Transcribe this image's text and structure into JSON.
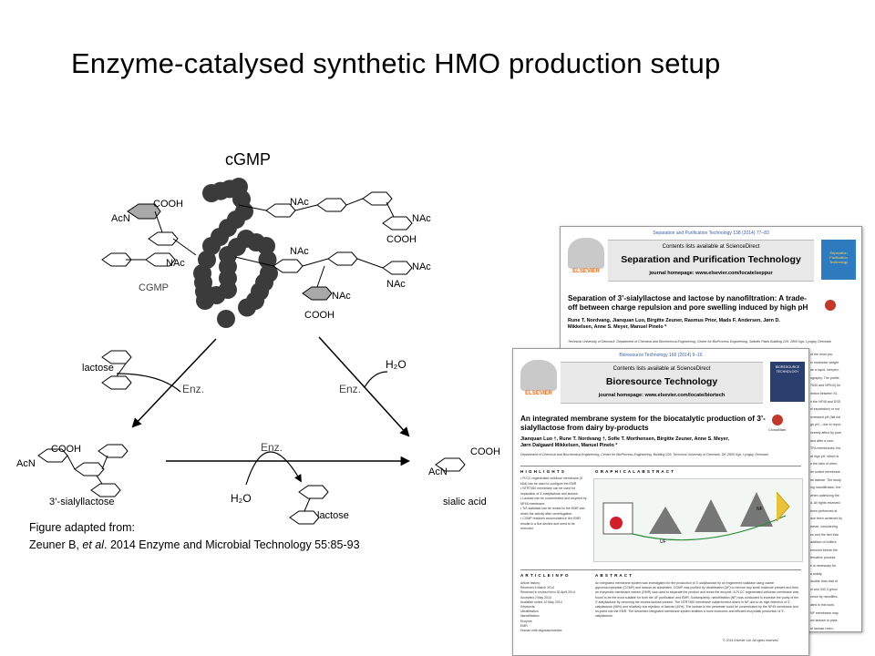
{
  "slide": {
    "title": "Enzyme-catalysed synthetic HMO production setup",
    "labels": {
      "cgmp_top": "cGMP",
      "cgmp_inner": "CGMP",
      "lactose_left": "lactose",
      "lactose_bottom": "lactose",
      "sialyllactose": "3’-sialyllactose",
      "sialic_acid": "sialic acid",
      "water_right": "H₂O",
      "water_bottom": "H₂O",
      "enz_left": "Enz.",
      "enz_right": "Enz.",
      "enz_bottom": "Enz."
    },
    "caption": {
      "line1": "Figure adapted from:",
      "line2_prefix": "Zeuner B, ",
      "line2_italic": "et al",
      "line2_suffix": ". 2014 Enzyme and Microbial Technology 55:85-93"
    }
  },
  "paper_back": {
    "journal_line": "Separation and Purification Technology 138 (2014) 77–83",
    "contents": "Contents lists available at ScienceDirect",
    "journal": "Separation and Purification Technology",
    "homepage": "journal homepage: www.elsevier.com/locate/seppur",
    "title": "Separation of 3’-sialyllactose and lactose by nanofiltration: A trade-off between charge repulsion and pore swelling induced by high pH",
    "authors": "Rune T. Nordvang, Jianquan Luo, Birgitte Zeuner, Rasmus Prior, Mads F. Andersen, Jørn D. Mikkelsen, Anne S. Meyer, Manuel Pinelo *",
    "affiliation": "Technical University of Denmark, Department of Chemical and Biochemical Engineering, Center for BioProcess Engineering, Søltofts Plads Building 229, 2800 Kgs. Lyngby, Denmark",
    "elsevier": "ELSEVIER",
    "cover_text": "Separation Purification Technology",
    "right_lines": [
      "of the most pro-",
      "in molecular weight",
      "de a rapid, inexpen-",
      "ography. The profile",
      "7540 and NP010) for",
      "ention between SL",
      "n the NF45 and DSS",
      "el separation) or not",
      "ncreased pH (fall not",
      "gh pH – due to repul-",
      "versely affect by pore",
      "and after a num-",
      "TFA membranes, the",
      "at high pH, which is",
      "n the ratio of reten-",
      "ter suited membrane",
      "tal lactose. The study",
      "ing nanofiltration, the",
      "when optimizing the",
      "",
      "d. All rights reserved.",
      "",
      "been performed at",
      "ave been achieved by",
      "wever, considering",
      "es and the fact that",
      "addition of buffers",
      "emoved before the",
      "ternative process",
      "e is necessary for",
      "a reality.",
      "double than that of",
      "nl and 342.3 g/mol",
      "crose by nanofiltra-",
      "ated in this work.",
      "NF membrane may",
      "ew lactose to pass",
      "of lactose reten-",
      "d for the separation"
    ]
  },
  "paper_front": {
    "journal_line": "Bioresource Technology 166 (2014) 9–16",
    "contents": "Contents lists available at ScienceDirect",
    "journal": "Bioresource Technology",
    "homepage": "journal homepage: www.elsevier.com/locate/biortech",
    "title": "An integrated membrane system for the biocatalytic production of 3’-sialyllactose from dairy by-products",
    "authors": "Jianquan Luo †, Rune T. Nordvang †, Sofie T. Morthensen, Birgitte Zeuner, Anne S. Meyer, Jørn Dalgaard Mikkelsen, Manuel Pinelo *",
    "affiliation": "Department of Chemical and Biochemical Engineering, Center for BioProcess Engineering, Building 229, Technical University of Denmark, DK-2800 Kgs. Lyngby, Denmark",
    "elsevier": "ELSEVIER",
    "cover_text": "BIORESOURCE TECHNOLOGY",
    "crossmark": "CrossMark",
    "highlights_head": "H I G H L I G H T S",
    "graphical_head": "G R A P H I C A L   A B S T R A C T",
    "highlights": [
      "• PLCC regenerated cellulose membrane (5 kDa) can be used to configure the EMR.",
      "• NTR7450 membrane can be used for separation of 3’-sialyllactose and lactose.",
      "• Lactose can be concentrated and recycled by NF45 membrane.",
      "• TrS sialidase can be reused in the EMR and retain the activity after centrifugation.",
      "• CGMP residues accumulated in the EMR results in a flux decline and need to be removed."
    ],
    "article_info_head": "A R T I C L E   I N F O",
    "abstract_head": "A B S T R A C T",
    "history": [
      "Article history:",
      "Received 6 March 2014",
      "Received in revised form 30 April 2014",
      "Accepted 2 May 2014",
      "Available online 10 May 2014",
      "",
      "Keywords:",
      "Ultrafiltration",
      "Nanofiltration",
      "Enzyme",
      "EMR",
      "Human milk oligosaccharides"
    ],
    "abstract": "An integrated membrane system was investigated for the production of 3’-sialyllactose by an engineered sialidase using casein glycomacropeptide (CGMP) and lactose as substrates. CGMP was purified by ultrafiltration (UF) to remove any small molecule present and then an enzymatic membrane reactor (EMR) was used to separate the product and reuse the enzyme. A PLCC regenerated cellulose membrane was found to be the most suitable for both the UF purification and EMR. Subsequently, nanofiltration (NF) was conducted to increase the purity of the 3’-sialyllactose by removing the excess lactose present. The NTR7450 membrane outperformed others in NF due to its high retention of 3’-sialyllactose (96%) and relatively low rejection of lactose (40%). The lactose in the permeate could be concentrated by the NF45 membrane and recycled into the EMR. The described integrated membrane system enables a more economic and efficient enzymatic production of 3’-sialyllactose.",
    "copyright": "© 2014 Elsevier Ltd. All rights reserved.",
    "ga_labels": [
      "UF",
      "NF"
    ]
  },
  "colors": {
    "bead": "#3b3b3b",
    "shaded_ring": "#a9a9a9",
    "elsevier_orange": "#e26b1d",
    "cover_back": "#2e7bbf",
    "cover_front": "#2a3f6e",
    "link_blue": "#3a5fa8"
  }
}
